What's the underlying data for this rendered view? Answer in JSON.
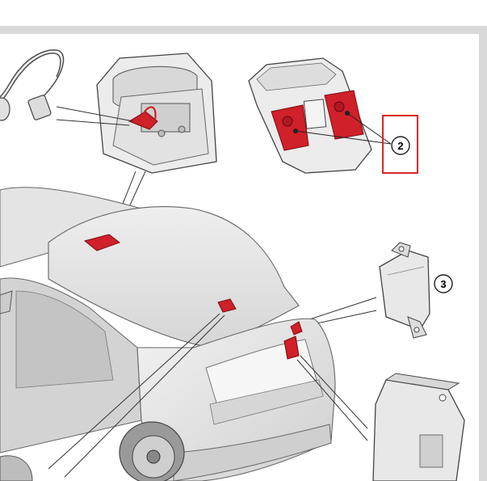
{
  "callouts": [
    {
      "id": "2",
      "label": "2",
      "highlighted": true
    },
    {
      "id": "3",
      "label": "3",
      "highlighted": false
    }
  ],
  "colors": {
    "highlight_box": "#d9262c",
    "component_red": "#d0202a",
    "frame": "#d9d9d9",
    "part_gray": "#e6e6e6",
    "line": "#333333"
  }
}
